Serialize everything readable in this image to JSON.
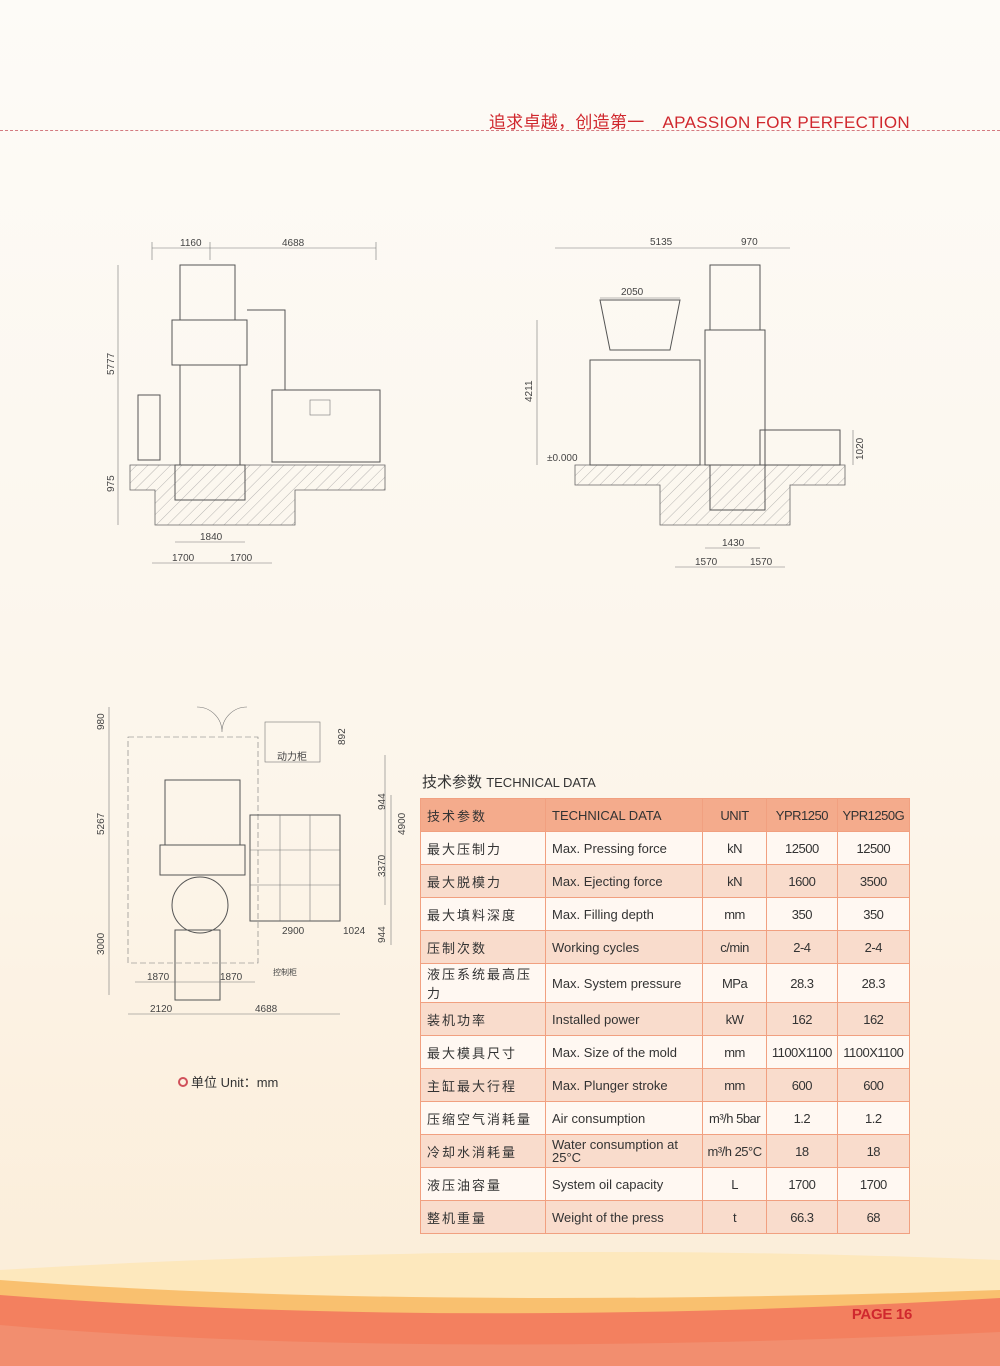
{
  "header": {
    "slogan_cn": "追求卓越，创造第一",
    "slogan_en": "APASSION FOR PERFECTION"
  },
  "drawing_front": {
    "dims": {
      "top_left": "1160",
      "top_right": "4688",
      "height": "5777",
      "pit": "975",
      "base": "1840",
      "bottom_left": "1700",
      "bottom_right": "1700"
    }
  },
  "drawing_side": {
    "dims": {
      "top_main": "5135",
      "top_right": "970",
      "hopper": "2050",
      "height": "4211",
      "level": "±0.000",
      "right_height": "1020",
      "base": "1430",
      "bottom_left": "1570",
      "bottom_right": "1570"
    }
  },
  "drawing_plan": {
    "dims": {
      "top": "980",
      "left_main": "5267",
      "left_bottom": "3000",
      "cabinet_h": "892",
      "cabinet_label": "动力柜",
      "r1": "944",
      "r_total": "4900",
      "r2": "3370",
      "r3": "944",
      "w1": "2900",
      "w2": "1024",
      "b1": "1870",
      "b2": "1870",
      "bottom_left": "2120",
      "bottom_right": "4688",
      "control_label": "控制柜"
    }
  },
  "unit_note": "单位 Unit：mm",
  "technical": {
    "title_cn": "技术参数",
    "title_en": "TECHNICAL DATA",
    "headers": [
      "技术参数",
      "TECHNICAL DATA",
      "UNIT",
      "YPR1250",
      "YPR1250G"
    ],
    "rows": [
      [
        "最大压制力",
        "Max. Pressing force",
        "kN",
        "12500",
        "12500"
      ],
      [
        "最大脱模力",
        "Max. Ejecting force",
        "kN",
        "1600",
        "3500"
      ],
      [
        "最大填料深度",
        "Max. Filling depth",
        "mm",
        "350",
        "350"
      ],
      [
        "压制次数",
        "Working cycles",
        "c/min",
        "2-4",
        "2-4"
      ],
      [
        "液压系统最高压力",
        "Max. System pressure",
        "MPa",
        "28.3",
        "28.3"
      ],
      [
        "装机功率",
        "Installed power",
        "kW",
        "162",
        "162"
      ],
      [
        "最大模具尺寸",
        "Max. Size of the mold",
        "mm",
        "1100X1100",
        "1100X1100"
      ],
      [
        "主缸最大行程",
        "Max. Plunger stroke",
        "mm",
        "600",
        "600"
      ],
      [
        "压缩空气消耗量",
        "Air consumption",
        "m³/h 5bar",
        "1.2",
        "1.2"
      ],
      [
        "冷却水消耗量",
        "Water consumption at 25°C",
        "m³/h 25°C",
        "18",
        "18"
      ],
      [
        "液压油容量",
        "System oil capacity",
        "L",
        "1700",
        "1700"
      ],
      [
        "整机重量",
        "Weight of the press",
        "t",
        "66.3",
        "68"
      ]
    ]
  },
  "footer": {
    "page": "PAGE 16"
  },
  "colors": {
    "accent": "#d0282e",
    "table_header": "#f4ab8c",
    "table_border": "#f1a080"
  }
}
